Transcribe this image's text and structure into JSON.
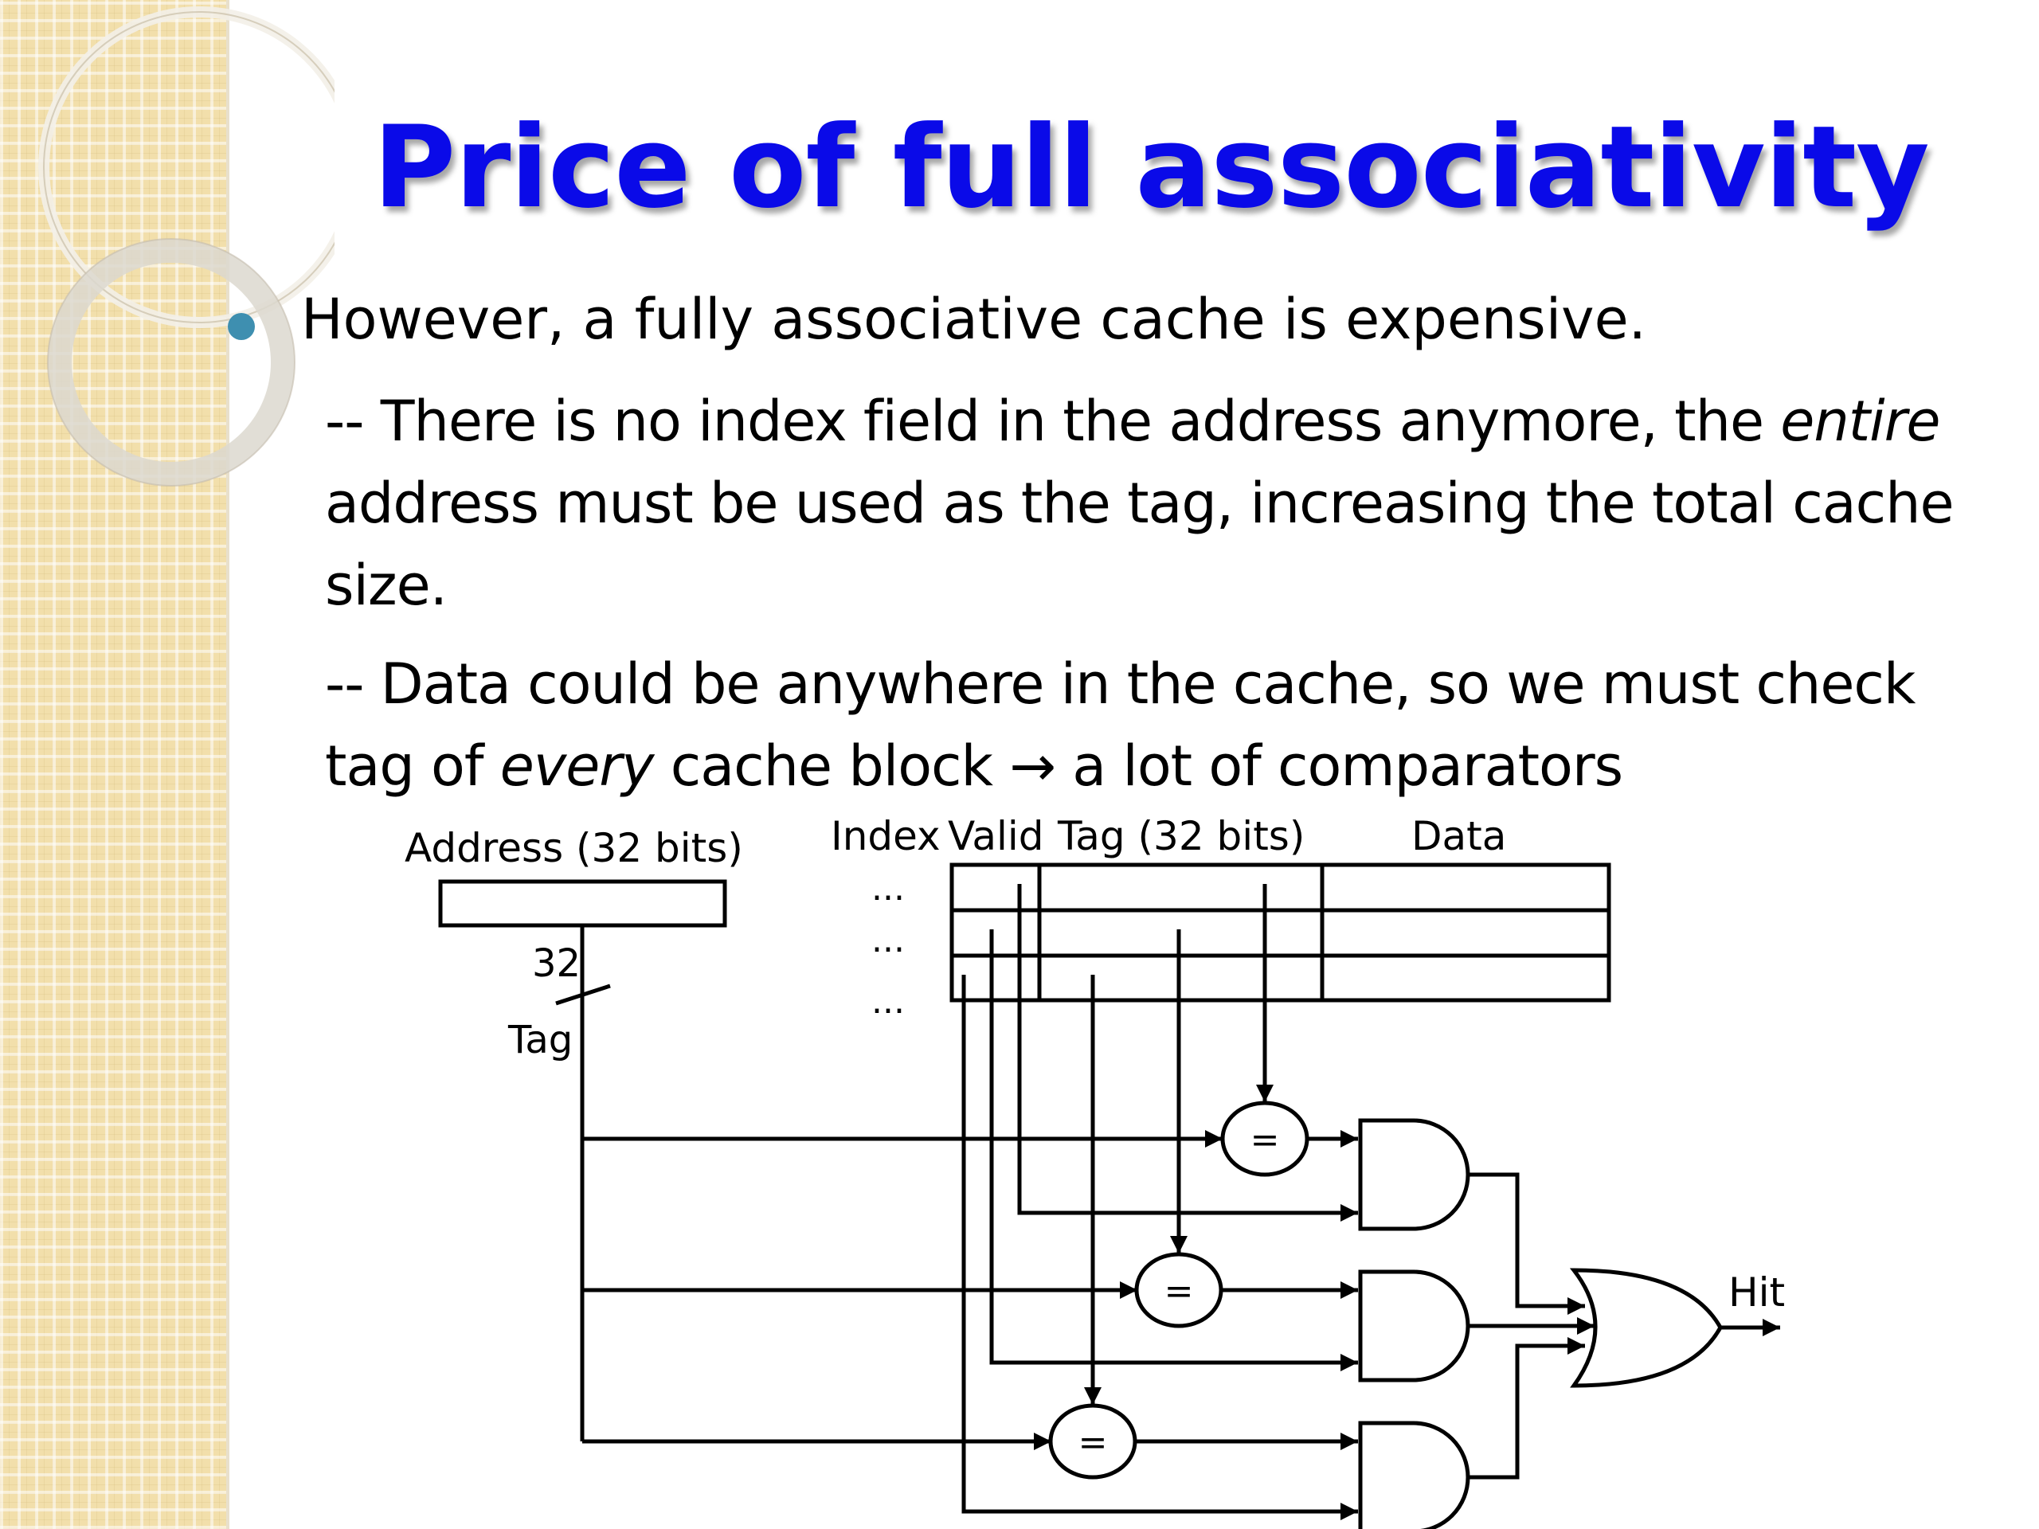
{
  "slide": {
    "title": "Price of full associativity",
    "bullet": "However, a fully associative cache is expensive.",
    "sub1": {
      "line1_prefix": "-- There is no index field in the address anymore, the ",
      "line1_italic": "entire",
      "line2": "address must be used as the tag, increasing the total cache",
      "line3": "size."
    },
    "sub2": {
      "line1": "-- Data could be anywhere in the cache, so we must check",
      "line2_prefix": "tag of ",
      "line2_italic": "every",
      "line2_mid": " cache block ",
      "line2_arrow": "→",
      "line2_suffix": " a lot of comparators"
    }
  },
  "diagram": {
    "address_label": "Address (32 bits)",
    "bus_width": "32",
    "tag_label": "Tag",
    "col_index": "Index",
    "col_valid": "Valid",
    "col_tag": "Tag (32 bits)",
    "col_data": "Data",
    "ellipsis": "...",
    "comparator_symbol": "=",
    "hit_label": "Hit"
  }
}
